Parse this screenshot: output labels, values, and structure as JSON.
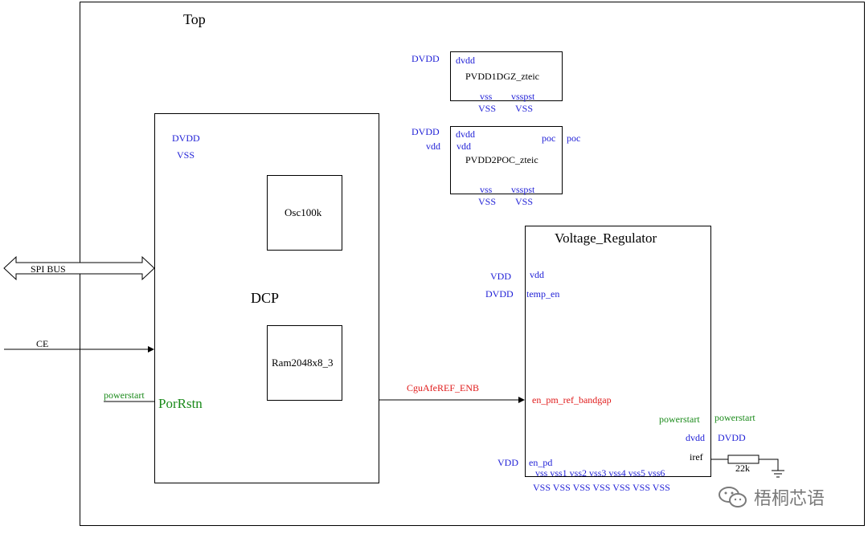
{
  "top": {
    "title": "Top"
  },
  "dcp": {
    "title": "DCP",
    "pin_dvdd": "DVDD",
    "pin_vss": "VSS",
    "porrstn": "PorRstn",
    "osc": "Osc100k",
    "ram": "Ram2048x8_3"
  },
  "signals": {
    "spi_bus": "SPI BUS",
    "ce": "CE",
    "powerstart": "powerstart",
    "cgu": "CguAfeREF_ENB"
  },
  "pvdd1": {
    "name": "PVDD1DGZ_zteic",
    "ext_dvdd": "DVDD",
    "pin_dvdd": "dvdd",
    "pin_vss": "vss",
    "pin_vsspst": "vsspst",
    "ext_vss1": "VSS",
    "ext_vss2": "VSS"
  },
  "pvdd2": {
    "name": "PVDD2POC_zteic",
    "ext_dvdd": "DVDD",
    "ext_vdd": "vdd",
    "pin_dvdd": "dvdd",
    "pin_vdd": "vdd",
    "pin_poc": "poc",
    "ext_poc": "poc",
    "pin_vss": "vss",
    "pin_vsspst": "vsspst",
    "ext_vss1": "VSS",
    "ext_vss2": "VSS"
  },
  "vreg": {
    "title": "Voltage_Regulator",
    "ext_vdd": "VDD",
    "pin_vdd": "vdd",
    "ext_dvdd": "DVDD",
    "pin_temp_en": "temp_en",
    "pin_en_pm": "en_pm_ref_bandgap",
    "pin_powerstart": "powerstart",
    "ext_powerstart": "powerstart",
    "pin_dvdd": "dvdd",
    "ext_dvdd2": "DVDD",
    "pin_iref": "iref",
    "resistor": "22k",
    "ext_vdd2": "VDD",
    "pin_en_pd": "en_pd",
    "pin_vss_row": "vss vss1 vss2 vss3 vss4 vss5 vss6",
    "ext_vss_row": "VSS VSS VSS VSS VSS VSS VSS"
  },
  "watermark": {
    "text": "梧桐芯语",
    "icon": "wechat-icon"
  },
  "colors": {
    "pin_blue": "#1f1fd6",
    "signal_red": "#e01a1a",
    "signal_green": "#1a8a1a",
    "watermark_gray": "#7a7a7a"
  }
}
